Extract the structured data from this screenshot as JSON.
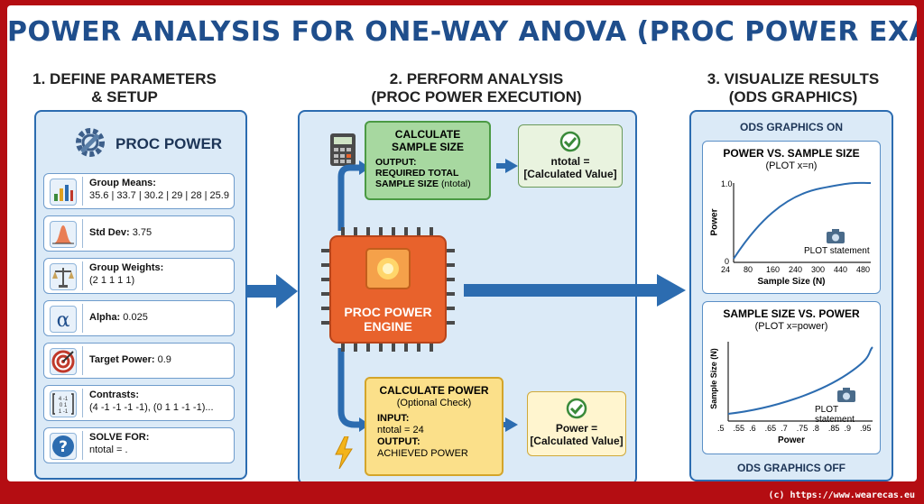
{
  "title": "POWER ANALYSIS FOR ONE-WAY ANOVA (PROC POWER EXAMPLE)",
  "sections": {
    "define": {
      "title_line1": "1. DEFINE PARAMETERS",
      "title_line2": "& SETUP"
    },
    "perform": {
      "title_line1": "2. PERFORM ANALYSIS",
      "title_line2": "(PROC POWER EXECUTION)"
    },
    "visualize": {
      "title_line1": "3. VISUALIZE RESULTS",
      "title_line2": "(ODS GRAPHICS)"
    }
  },
  "define": {
    "header": "PROC POWER",
    "params": [
      {
        "label": "Group Means:",
        "value": "35.6 | 33.7 | 30.2 | 29 | 28 | 25.9",
        "icon": "bar-chart-icon"
      },
      {
        "label": "Std Dev:",
        "value": "3.75",
        "icon": "bell-curve-icon"
      },
      {
        "label": "Group Weights:",
        "value": "(2 1 1 1 1)",
        "icon": "balance-scale-icon"
      },
      {
        "label": "Alpha:",
        "value": "0.025",
        "icon": "alpha-icon"
      },
      {
        "label": "Target Power:",
        "value": "0.9",
        "icon": "target-icon"
      },
      {
        "label": "Contrasts:",
        "value": "(4 -1 -1 -1 -1), (0 1 1 -1 -1)...",
        "icon": "matrix-icon"
      },
      {
        "label": "SOLVE FOR:",
        "value": "ntotal = .",
        "icon": "question-icon"
      }
    ]
  },
  "perform": {
    "sample_box": {
      "title1": "CALCULATE",
      "title2": "SAMPLE SIZE",
      "out1": "OUTPUT:",
      "out2": "REQUIRED TOTAL",
      "out3": "SAMPLE SIZE",
      "out3b": "(ntotal)"
    },
    "sample_result": {
      "line1": "ntotal =",
      "line2": "[Calculated Value]"
    },
    "engine": {
      "line1": "PROC POWER",
      "line2": "ENGINE"
    },
    "power_box": {
      "title1": "CALCULATE POWER",
      "title2": "(Optional Check)",
      "in1": "INPUT:",
      "in2": "ntotal = 24",
      "out1": "OUTPUT:",
      "out2": "ACHIEVED POWER"
    },
    "power_result": {
      "line1": "Power =",
      "line2": "[Calculated Value]"
    }
  },
  "visualize": {
    "ods_on": "ODS GRAPHICS ON",
    "ods_off": "ODS GRAPHICS OFF",
    "plot1": {
      "title": "POWER VS. SAMPLE SIZE",
      "subtitle": "(PLOT x=n)",
      "ylabel": "Power",
      "xlabel": "Sample Size (N)",
      "y_ticks": [
        "1.0",
        "0"
      ],
      "x_ticks": [
        "24",
        "80",
        "160",
        "240",
        "300",
        "440",
        "480"
      ],
      "note": "PLOT statement"
    },
    "plot2": {
      "title": "SAMPLE SIZE VS. POWER",
      "subtitle": "(PLOT x=power)",
      "ylabel": "Sample Size (N)",
      "xlabel": "Power",
      "x_ticks": [
        ".5",
        ".55",
        ".6",
        ".65",
        ".7",
        ".75",
        ".8",
        ".85",
        ".9",
        ".95"
      ],
      "note": "PLOT statement"
    }
  },
  "footer": {
    "copyright": "(c) https://www.wearecas.eu"
  },
  "colors": {
    "title": "#1f4e8c",
    "arrow": "#2c6cb0",
    "engine": "#e8622c",
    "green": "#a7d8a0",
    "yellow": "#fbe08a",
    "frame": "#b40d12"
  }
}
